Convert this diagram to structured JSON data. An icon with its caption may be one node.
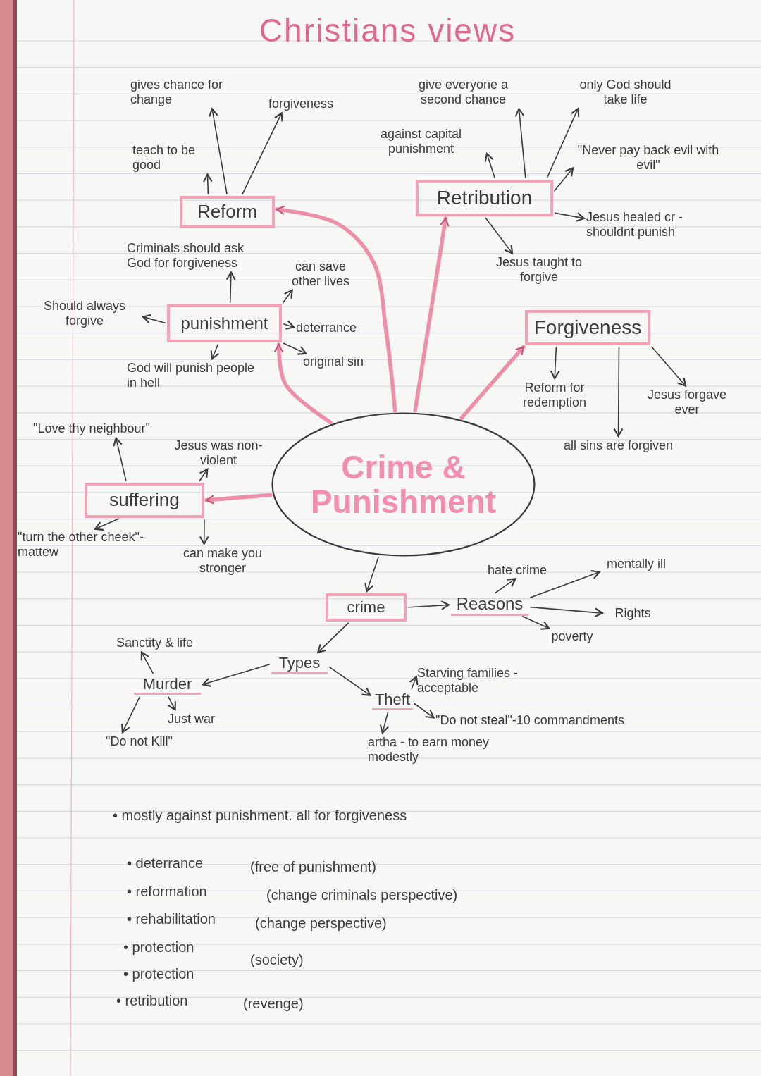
{
  "diagram": {
    "title": "Christians views",
    "nodes": [
      {
        "text": [
          "gives chance for change"
        ]
      },
      {
        "text": [
          "forgiveness"
        ]
      },
      {
        "text": [
          "give everyone a second chance"
        ]
      },
      {
        "text": [
          "only God should take life"
        ]
      },
      {
        "text": [
          "teach to be good"
        ]
      },
      {
        "text": [
          "against capital punishment"
        ]
      },
      {
        "text": [
          "\"Never pay back evil with evil\""
        ]
      },
      {
        "text": [
          "Reform"
        ]
      },
      {
        "text": [
          "Retribution"
        ]
      },
      {
        "text": [
          "Jesus healed cr -shouldnt punish"
        ]
      },
      {
        "text": [
          "Criminals should ask God for forgiveness"
        ]
      },
      {
        "text": [
          "can save other lives"
        ]
      },
      {
        "text": [
          "Jesus taught to forgive"
        ]
      },
      {
        "text": [
          "Should always forgive"
        ]
      },
      {
        "text": [
          "punishment"
        ]
      },
      {
        "text": [
          "deterrance"
        ]
      },
      {
        "text": [
          "Forgiveness"
        ]
      },
      {
        "text": [
          "original sin"
        ]
      },
      {
        "text": [
          "God will punish people in hell"
        ]
      },
      {
        "text": [
          "Reform for redemption"
        ]
      },
      {
        "text": [
          "Jesus forgave ever"
        ]
      },
      {
        "text": [
          "\"Love thy neighbour\""
        ]
      },
      {
        "text": [
          "Jesus was non-violent"
        ]
      },
      {
        "text": [
          "all sins are forgiven"
        ]
      },
      {
        "text": [
          "suffering"
        ]
      },
      {
        "text": [
          "Crime & Punishment"
        ]
      },
      {
        "text": [
          "\"turn the other cheek\"- mattew"
        ]
      },
      {
        "text": [
          "can make you stronger"
        ]
      },
      {
        "text": [
          "hate crime"
        ]
      },
      {
        "text": [
          "mentally ill"
        ]
      },
      {
        "text": [
          "crime"
        ]
      },
      {
        "text": [
          "Reasons"
        ]
      },
      {
        "text": [
          "Rights"
        ]
      },
      {
        "text": [
          "poverty"
        ]
      },
      {
        "text": [
          "Sanctity & life"
        ]
      },
      {
        "text": [
          "Types"
        ]
      },
      {
        "text": [
          "Murder"
        ]
      },
      {
        "text": [
          "Starving families -acceptable"
        ]
      },
      {
        "text": [
          "Theft"
        ]
      },
      {
        "text": [
          "Just war"
        ]
      },
      {
        "text": [
          "\"Do not Kill\""
        ]
      },
      {
        "text": [
          "\"Do not steal\"-10 commandments"
        ]
      },
      {
        "text": [
          "artha - to earn money modestly"
        ]
      }
    ],
    "edges": [
      {
        "from": 7,
        "to": 4,
        "arrow": "to"
      },
      {
        "from": 7,
        "to": 0,
        "arrow": "to"
      },
      {
        "from": 7,
        "to": 1,
        "arrow": "to"
      },
      {
        "from": 8,
        "to": 5,
        "arrow": "to"
      },
      {
        "from": 8,
        "to": 2,
        "arrow": "to"
      },
      {
        "from": 8,
        "to": 3,
        "arrow": "to"
      },
      {
        "from": 8,
        "to": 6,
        "arrow": "to"
      },
      {
        "from": 8,
        "to": 9,
        "arrow": "to"
      },
      {
        "from": 8,
        "to": 12,
        "arrow": "to"
      },
      {
        "from": 14,
        "to": 10,
        "arrow": "to"
      },
      {
        "from": 14,
        "to": 11,
        "arrow": "to"
      },
      {
        "from": 14,
        "to": 13,
        "arrow": "to"
      },
      {
        "from": 14,
        "to": 15,
        "arrow": "to"
      },
      {
        "from": 14,
        "to": 17,
        "arrow": "to"
      },
      {
        "from": 14,
        "to": 18,
        "arrow": "to"
      },
      {
        "from": 16,
        "to": 19,
        "arrow": "to"
      },
      {
        "from": 16,
        "to": 20,
        "arrow": "to"
      },
      {
        "from": 16,
        "to": 23,
        "arrow": "to"
      },
      {
        "from": 24,
        "to": 21,
        "arrow": "to"
      },
      {
        "from": 24,
        "to": 22,
        "arrow": "to"
      },
      {
        "from": 24,
        "to": 26,
        "arrow": "to"
      },
      {
        "from": 24,
        "to": 27,
        "arrow": "to"
      },
      {
        "from": 25,
        "to": 7,
        "arrow": "to",
        "style": "thick",
        "color": "#ee8fa9"
      },
      {
        "from": 25,
        "to": 14,
        "arrow": "to",
        "style": "thick",
        "color": "#ee8fa9"
      },
      {
        "from": 25,
        "to": 8,
        "arrow": "to",
        "style": "thick",
        "color": "#ee8fa9"
      },
      {
        "from": 25,
        "to": 16,
        "arrow": "to",
        "style": "thick",
        "color": "#ee8fa9"
      },
      {
        "from": 25,
        "to": 24,
        "arrow": "to",
        "style": "thick",
        "color": "#ee8fa9"
      },
      {
        "from": 25,
        "to": 30,
        "arrow": "to"
      },
      {
        "from": 30,
        "to": 31,
        "arrow": "to"
      },
      {
        "from": 31,
        "to": 28,
        "arrow": "to"
      },
      {
        "from": 31,
        "to": 29,
        "arrow": "to"
      },
      {
        "from": 31,
        "to": 32,
        "arrow": "to"
      },
      {
        "from": 31,
        "to": 33,
        "arrow": "to"
      },
      {
        "from": 30,
        "to": 35,
        "arrow": "to"
      },
      {
        "from": 35,
        "to": 36,
        "arrow": "to"
      },
      {
        "from": 35,
        "to": 38,
        "arrow": "to"
      },
      {
        "from": 36,
        "to": 34,
        "arrow": "to"
      },
      {
        "from": 36,
        "to": 39,
        "arrow": "to"
      },
      {
        "from": 36,
        "to": 40,
        "arrow": "to"
      },
      {
        "from": 38,
        "to": 37,
        "arrow": "to"
      },
      {
        "from": 38,
        "to": 41,
        "arrow": "to"
      },
      {
        "from": 38,
        "to": 42,
        "arrow": "to"
      }
    ],
    "labels": [
      "• mostly against punishment. all for forgiveness",
      "• deterrance",
      "(free of punishment)",
      "• reformation",
      "(change criminals perspective)",
      "• rehabilitation",
      "(change perspective)",
      "• protection",
      "(society)",
      "• protection",
      "• retribution",
      "(revenge)"
    ]
  }
}
